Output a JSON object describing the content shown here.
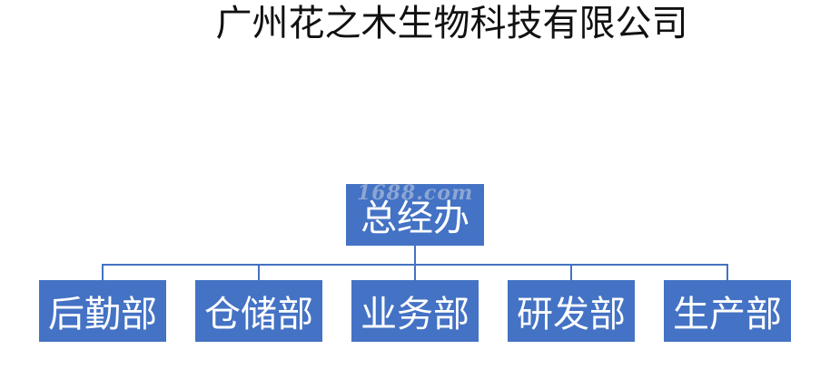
{
  "title": "广州花之木生物科技有限公司",
  "watermark": "1688.com",
  "org_chart": {
    "root": {
      "label": "总经办"
    },
    "children": [
      {
        "label": "后勤部"
      },
      {
        "label": "仓储部"
      },
      {
        "label": "业务部"
      },
      {
        "label": "研发部"
      },
      {
        "label": "生产部"
      }
    ]
  },
  "colors": {
    "box_fill": "#4472c4",
    "box_text": "#ffffff",
    "connector": "#4472c4",
    "title_text": "#111111"
  }
}
